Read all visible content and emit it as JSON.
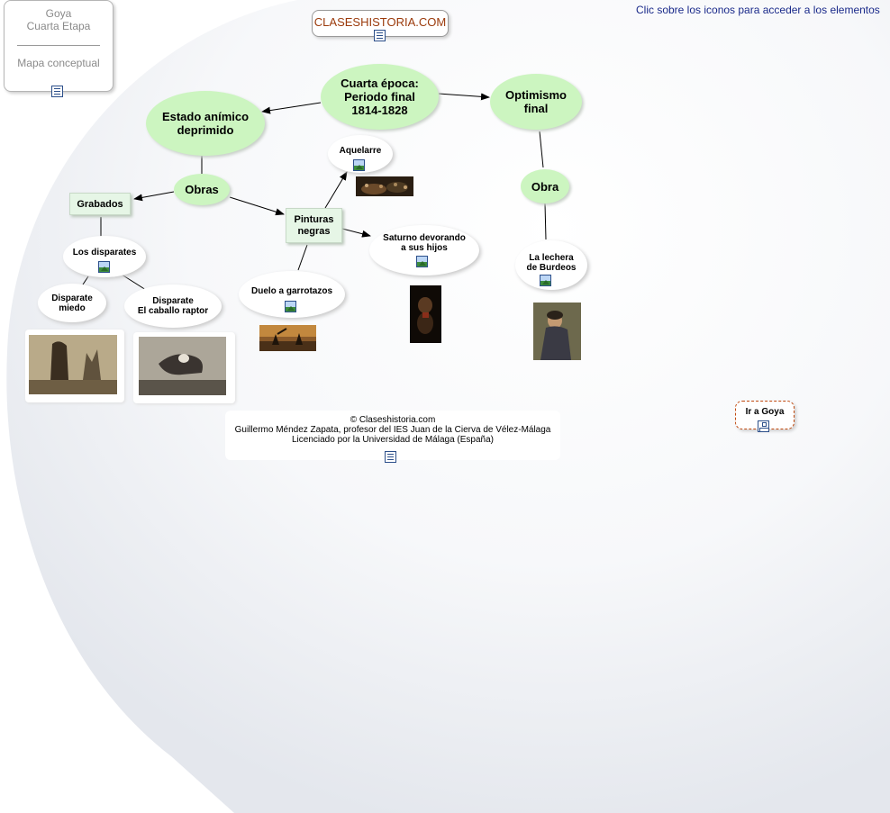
{
  "hint": "Clic sobre los iconos para acceder a los elementos",
  "info_box": {
    "line1": "Goya",
    "line2": "Cuarta Etapa",
    "line3": "Mapa conceptual"
  },
  "site_link": "CLASESHISTORIA.COM",
  "nodes": {
    "central": [
      "Cuarta época:",
      "Periodo final",
      "1814-1828"
    ],
    "estado": [
      "Estado anímico",
      "deprimido"
    ],
    "optimismo": [
      "Optimismo",
      "final"
    ],
    "obras": "Obras",
    "obra": "Obra",
    "grabados": "Grabados",
    "pinturas": [
      "Pinturas",
      "negras"
    ],
    "disparates": "Los disparates",
    "miedo": [
      "Disparate",
      "miedo"
    ],
    "caballo": [
      "Disparate",
      "El caballo raptor"
    ],
    "aquelarre": "Aquelarre",
    "saturno": [
      "Saturno devorando",
      "a sus hijos"
    ],
    "duelo": "Duelo a garrotazos",
    "lechera": [
      "La lechera",
      "de Burdeos"
    ]
  },
  "footer": {
    "line1": "© Claseshistoria.com",
    "line2": "Guillermo Méndez Zapata, profesor del IES Juan de la Cierva de Vélez-Málaga",
    "line3": "Licenciado por la Universidad de Málaga (España)"
  },
  "goya_link": "Ir a Goya",
  "colors": {
    "node_green": "#ccf5c0",
    "link_dark_red": "#9b3a0b",
    "hint_blue": "#1a2a8a",
    "goya_border": "#c14a10"
  },
  "icons": [
    "document-icon",
    "image-icon",
    "network-icon"
  ]
}
